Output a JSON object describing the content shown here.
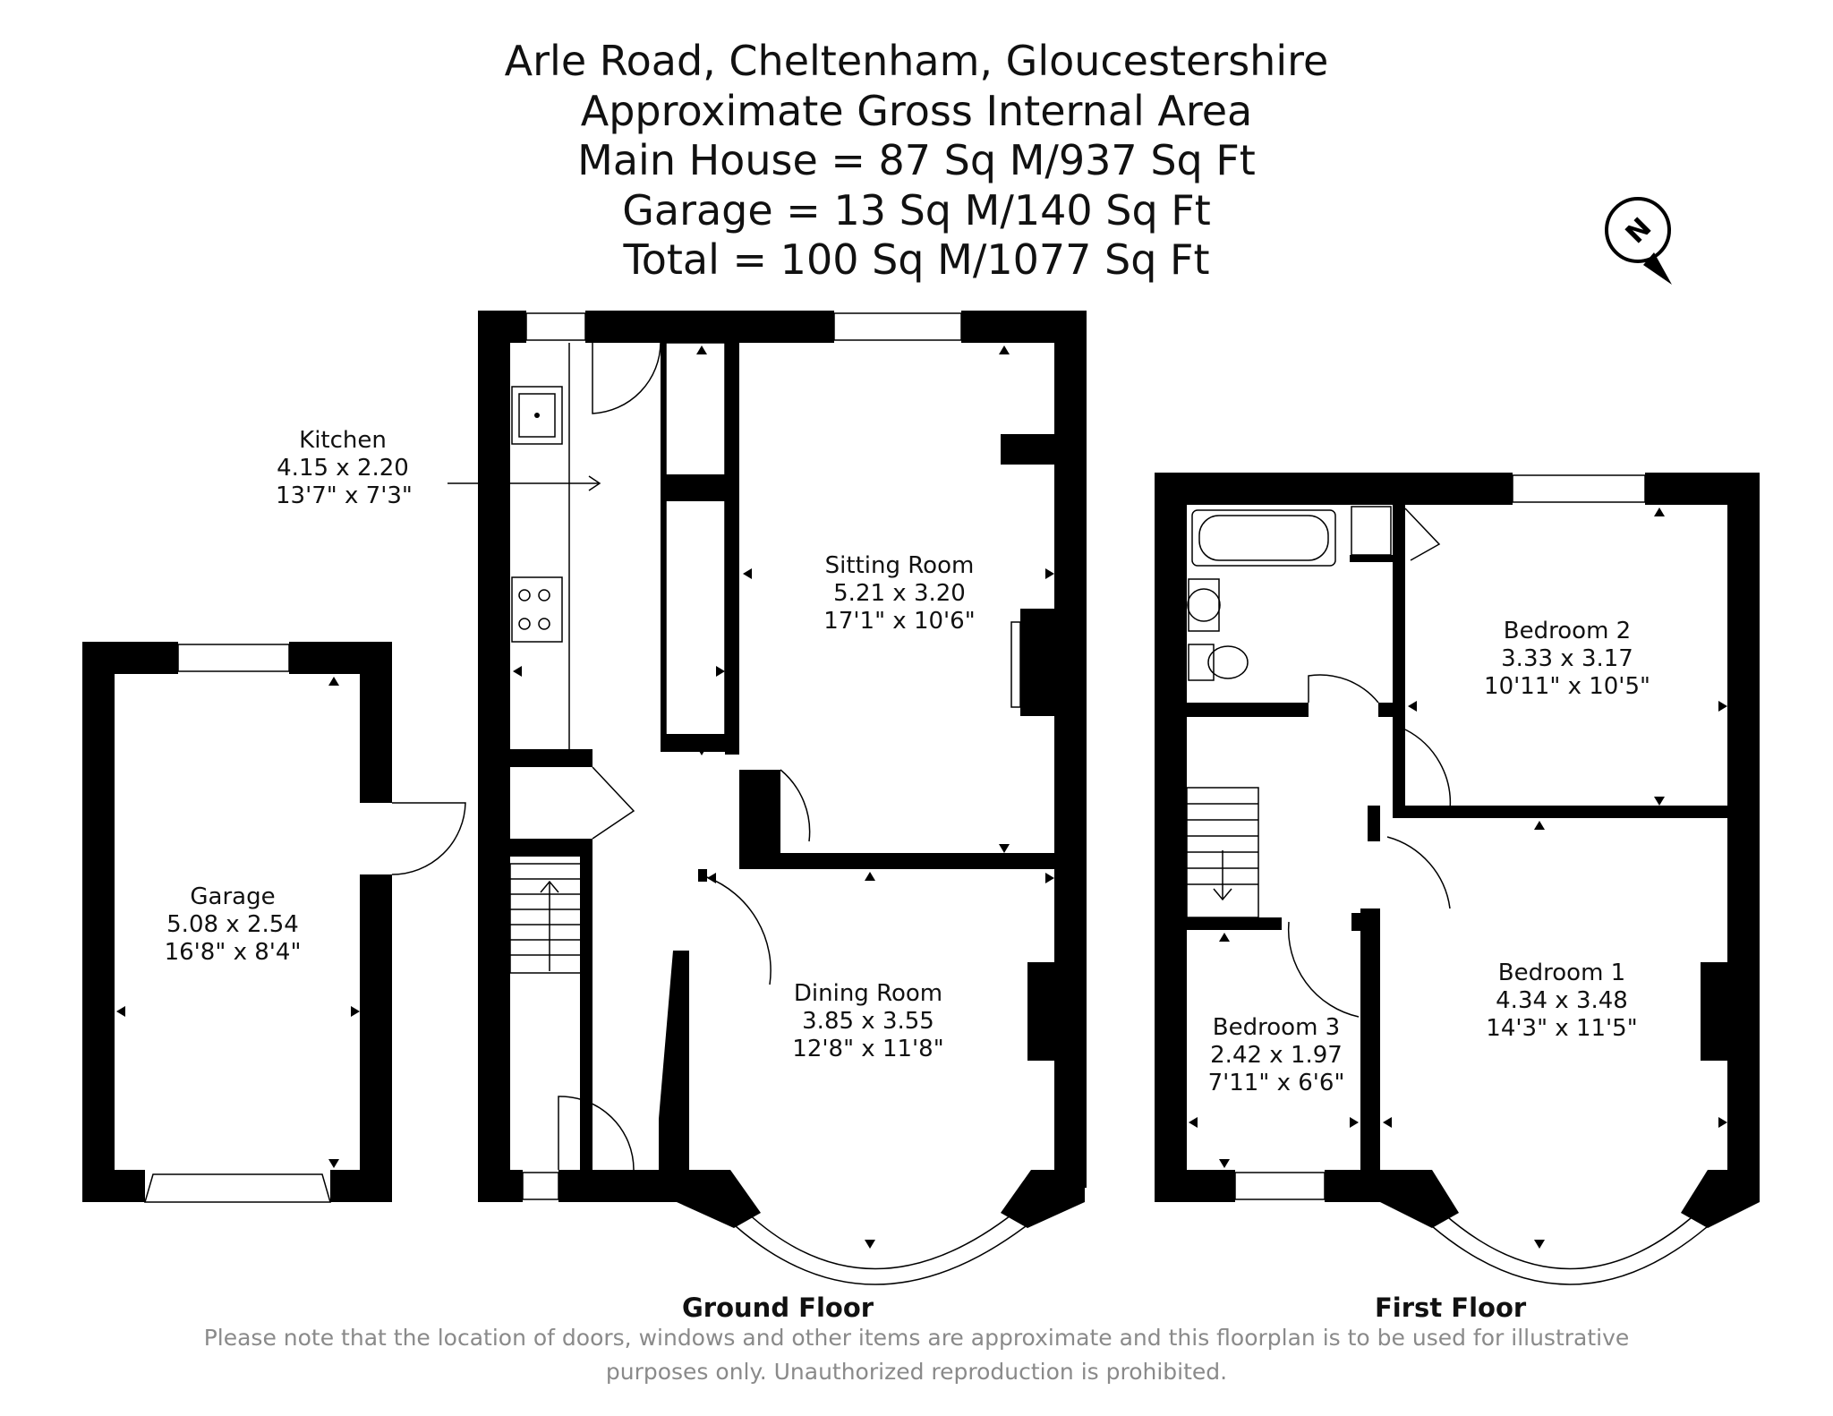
{
  "header": {
    "address": "Arle Road, Cheltenham, Gloucestershire",
    "area_title": "Approximate Gross Internal Area",
    "main_house": "Main House = 87 Sq M/937 Sq Ft",
    "garage": "Garage = 13 Sq M/140 Sq Ft",
    "total": "Total = 100 Sq M/1077 Sq Ft"
  },
  "compass": {
    "label": "N",
    "icon": "north-arrow-icon"
  },
  "rooms": {
    "kitchen": {
      "name": "Kitchen",
      "metric": "4.15 x 2.20",
      "imperial": "13'7\" x 7'3\""
    },
    "sitting_room": {
      "name": "Sitting Room",
      "metric": "5.21 x 3.20",
      "imperial": "17'1\" x 10'6\""
    },
    "dining_room": {
      "name": "Dining Room",
      "metric": "3.85 x 3.55",
      "imperial": "12'8\" x 11'8\""
    },
    "garage": {
      "name": "Garage",
      "metric": "5.08 x 2.54",
      "imperial": "16'8\" x 8'4\""
    },
    "bedroom_1": {
      "name": "Bedroom 1",
      "metric": "4.34 x 3.48",
      "imperial": "14'3\" x 11'5\""
    },
    "bedroom_2": {
      "name": "Bedroom 2",
      "metric": "3.33 x 3.17",
      "imperial": "10'11\" x 10'5\""
    },
    "bedroom_3": {
      "name": "Bedroom 3",
      "metric": "2.42 x 1.97",
      "imperial": "7'11\" x 6'6\""
    }
  },
  "floors": {
    "ground": "Ground Floor",
    "first": "First Floor"
  },
  "footer": {
    "line1": "Please note that the location of doors, windows and other items are approximate and this floorplan is to be used for illustrative",
    "line2": "purposes only. Unauthorized reproduction is prohibited."
  }
}
